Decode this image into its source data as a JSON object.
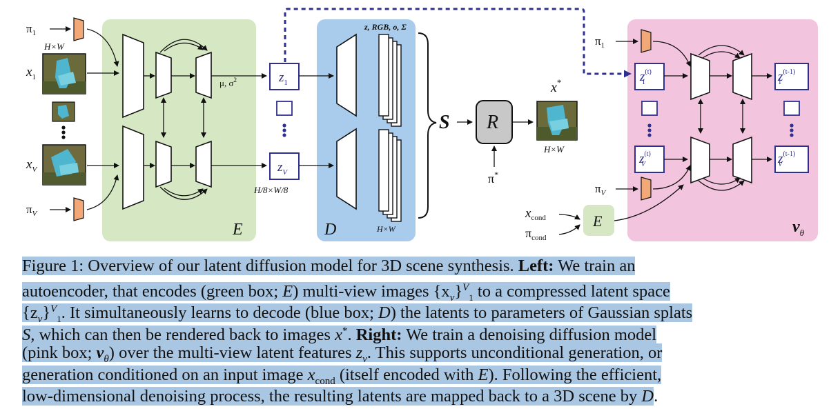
{
  "figure": {
    "labels": {
      "pi1_left": "π",
      "pi1_left_sub": "1",
      "hw_top": "H×W",
      "x1": "x",
      "x1_sub": "1",
      "xV": "x",
      "xV_sub": "V",
      "piV_left": "π",
      "piV_left_sub": "V",
      "encoder_box": "E",
      "mu_sigma": "μ, σ",
      "mu_sigma_sup": "2",
      "z1": "z",
      "z1_sub": "1",
      "zV": "z",
      "zV_sub": "V",
      "latent_res": "H/8×W/8",
      "decoder_box": "D",
      "splat_params": "z, RGB, o, Σ",
      "decoder_res": "H×W",
      "splats": "S",
      "renderer": "R",
      "pi_star": "π",
      "pi_star_sup": "*",
      "x_star": "x",
      "x_star_sup": "*",
      "out_res": "H×W",
      "pi1_right": "π",
      "pi1_right_sub": "1",
      "piV_right": "π",
      "piV_right_sub": "V",
      "z1t": "z",
      "z1t_sup": "(t)",
      "z1t_sub": "1",
      "zVt": "z",
      "zVt_sup": "(t)",
      "zVt_sub": "V",
      "z1t1": "z",
      "z1t1_sup": "(t-1)",
      "z1t1_sub": "1",
      "zVt1": "z",
      "zVt1_sup": "(t-1)",
      "zVt1_sub": "V",
      "x_cond": "x",
      "x_cond_sub": "cond",
      "pi_cond": "π",
      "pi_cond_sub": "cond",
      "cond_encoder": "E",
      "denoiser": "v",
      "denoiser_sub": "θ"
    },
    "colors": {
      "encoder_bg": "#d6e8c3",
      "decoder_bg": "#a9ccec",
      "denoiser_bg": "#f3c4dd",
      "camera": "#f2a877",
      "latent_border": "#2f2f8f",
      "dashed": "#2f2f8f",
      "renderer": "#c8c8c8"
    }
  },
  "caption": {
    "l1_a": "Figure 1: Overview of our latent diffusion model for 3D scene synthesis.",
    "l1_b": "Left:",
    "l1_c": "We train an",
    "l2_a": "autoencoder, that encodes (green box;",
    "l2_E": "E",
    "l2_b": ") multi-view images",
    "l2_set": "{x",
    "l2_set_sub": "v",
    "l2_set_close": "}",
    "l2_sup": "V",
    "l2_low": "1",
    "l2_c": "to a compressed latent space",
    "l3_set": "{z",
    "l3_set_sub": "v",
    "l3_set_close": "}",
    "l3_sup": "V",
    "l3_low": "1",
    "l3_a": ". It simultaneously learns to decode (blue box;",
    "l3_D": "D",
    "l3_b": ") the latents to parameters of Gaussian splats",
    "l4_S": "S",
    "l4_a": ", which can then be rendered back to images",
    "l4_x": "x",
    "l4_xsup": "*",
    "l4_b": ".",
    "l4_bold": "Right:",
    "l4_c": "We train a denoising diffusion model",
    "l5_a": "(pink box;",
    "l5_v": "v",
    "l5_vsub": "θ",
    "l5_b": ") over the multi-view latent features",
    "l5_z": "z",
    "l5_zsub": "v",
    "l5_c": ". This supports unconditional generation, or",
    "l6_a": "generation conditioned on an input image",
    "l6_x": "x",
    "l6_xsub": "cond",
    "l6_b": "(itself encoded with",
    "l6_E": "E",
    "l6_c": "). Following the efficient,",
    "l7_a": "low-dimensional denoising process, the resulting latents are mapped back to a 3D scene by",
    "l7_D": "D",
    "l7_b": "."
  }
}
